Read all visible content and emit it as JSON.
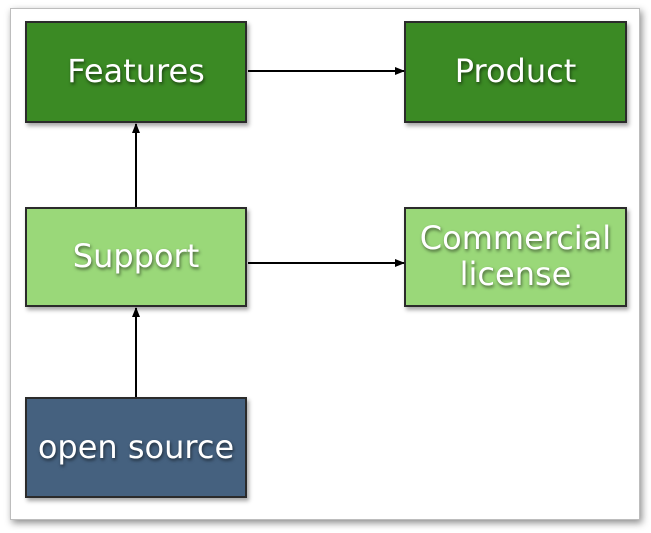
{
  "nodes": {
    "features": "Features",
    "product": "Product",
    "support": "Support",
    "commercial": "Commercial\nlicense",
    "opensource": "open source"
  },
  "colors": {
    "dark_green": "#3b8a24",
    "light_green": "#9ad879",
    "slate": "#45617f",
    "arrow": "#000000"
  }
}
